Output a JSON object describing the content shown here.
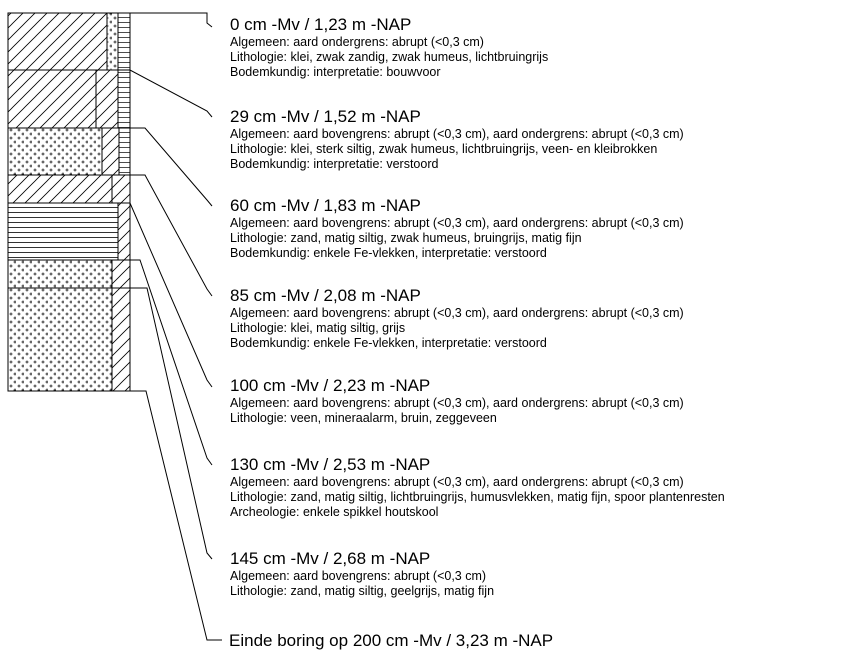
{
  "boring": {
    "layers": [
      {
        "title": "0 cm -Mv / 1,23 m -NAP",
        "lines": [
          "Algemeen: aard ondergrens: abrupt (<0,3 cm)",
          "Lithologie: klei, zwak zandig, zwak humeus, lichtbruingrijs",
          "Bodemkundig: interpretatie: bouwvoor"
        ]
      },
      {
        "title": "29 cm -Mv / 1,52 m -NAP",
        "lines": [
          "Algemeen: aard bovengrens: abrupt (<0,3 cm), aard ondergrens: abrupt (<0,3 cm)",
          "Lithologie: klei, sterk siltig, zwak humeus, lichtbruingrijs, veen- en kleibrokken",
          "Bodemkundig: interpretatie: verstoord"
        ]
      },
      {
        "title": "60 cm -Mv / 1,83 m -NAP",
        "lines": [
          "Algemeen: aard bovengrens: abrupt (<0,3 cm), aard ondergrens: abrupt (<0,3 cm)",
          "Lithologie: zand, matig siltig, zwak humeus, bruingrijs, matig fijn",
          "Bodemkundig: enkele Fe-vlekken, interpretatie: verstoord"
        ]
      },
      {
        "title": "85 cm -Mv / 2,08 m -NAP",
        "lines": [
          "Algemeen: aard bovengrens: abrupt (<0,3 cm), aard ondergrens: abrupt (<0,3 cm)",
          "Lithologie: klei, matig siltig, grijs",
          "Bodemkundig: enkele Fe-vlekken, interpretatie: verstoord"
        ]
      },
      {
        "title": "100 cm -Mv / 2,23 m -NAP",
        "lines": [
          "Algemeen: aard bovengrens: abrupt (<0,3 cm), aard ondergrens: abrupt (<0,3 cm)",
          "Lithologie: veen, mineraalarm, bruin, zeggeveen"
        ]
      },
      {
        "title": "130 cm -Mv / 2,53 m -NAP",
        "lines": [
          "Algemeen: aard bovengrens: abrupt (<0,3 cm), aard ondergrens: abrupt (<0,3 cm)",
          "Lithologie: zand, matig siltig, lichtbruingrijs, humusvlekken, matig fijn, spoor plantenresten",
          "Archeologie: enkele spikkel houtskool"
        ]
      },
      {
        "title": "145 cm -Mv / 2,68 m -NAP",
        "lines": [
          "Algemeen: aard bovengrens: abrupt (<0,3 cm)",
          "Lithologie: zand, matig siltig, geelgrijs, matig fijn"
        ]
      }
    ],
    "end_label": "Einde boring op 200 cm -Mv / 3,23 m -NAP"
  }
}
